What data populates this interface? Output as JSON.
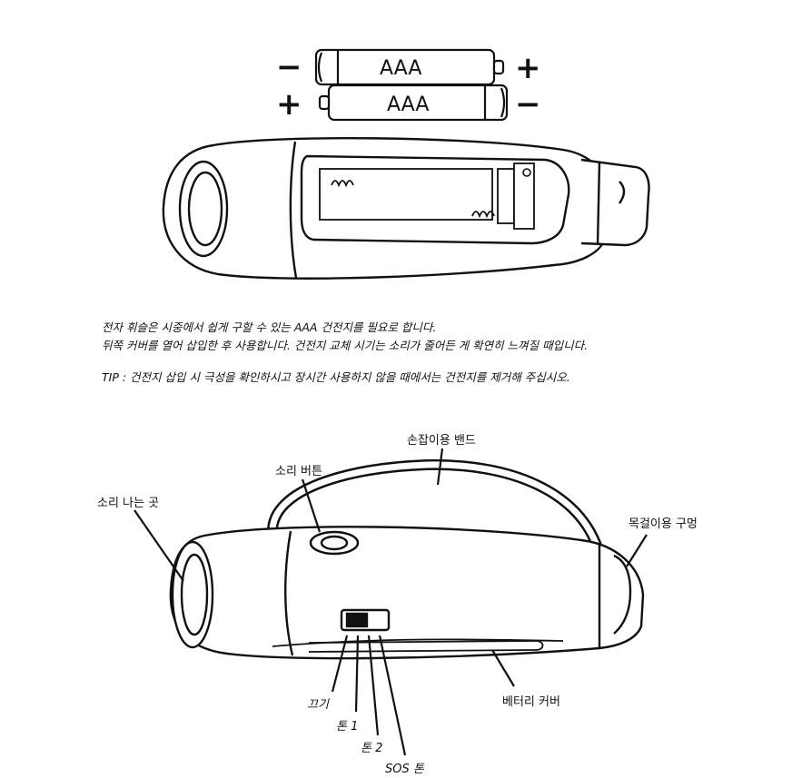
{
  "battery": {
    "label": "AAA",
    "top_left_sign": "−",
    "top_right_sign": "+",
    "bottom_left_sign": "+",
    "bottom_right_sign": "−"
  },
  "instructions": {
    "line1": "전자 휘슬은 시중에서 쉽게 구할 수 있는 AAA 건전지를 필요로 합니다.",
    "line2": "뒤쪽 커버를 열어 삽입한 후 사용합니다. 건전지 교체 시기는 소리가 줄어든 게 확연히 느껴질 때입니다.",
    "tip": "TIP : 건전지 삽입 시 극성을 확인하시고 장시간 사용하지 않을 때에서는 건전지를 제거해 주십시오."
  },
  "callouts": {
    "hand_band": "손잡이용 밴드",
    "sound_button": "소리 버튼",
    "sound_outlet": "소리 나는 곳",
    "neck_hole": "목걸이용 구멍",
    "battery_cover": "베터리 커버",
    "off": "끄기",
    "tone1": "톤 1",
    "tone2": "톤 2",
    "sos": "SOS 톤"
  }
}
